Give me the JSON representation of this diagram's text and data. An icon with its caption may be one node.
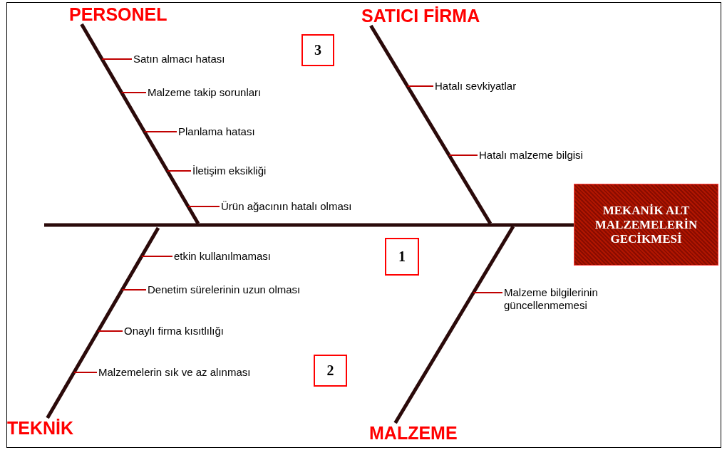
{
  "diagram": {
    "nodes": [
      {
        "text": [
          "PERSONEL"
        ]
      },
      {
        "text": [
          "SATICI FİRMA"
        ]
      },
      {
        "text": [
          "3"
        ]
      },
      {
        "text": [
          "Satın almacı hatası"
        ]
      },
      {
        "text": [
          "Malzeme takip sorunları"
        ]
      },
      {
        "text": [
          "Planlama hatası"
        ]
      },
      {
        "text": [
          "İletişim eksikliği"
        ]
      },
      {
        "text": [
          "Ürün ağacının hatalı olması"
        ]
      },
      {
        "text": [
          "Hatalı sevkiyatlar"
        ]
      },
      {
        "text": [
          "Hatalı malzeme bilgisi"
        ]
      },
      {
        "text": [
          "MEKANİK ALT MALZEMELERİN GECİKMESİ"
        ]
      },
      {
        "text": [
          "1"
        ]
      },
      {
        "text": [
          "etkin kullanılmaması"
        ]
      },
      {
        "text": [
          "Denetim sürelerinin uzun olması"
        ]
      },
      {
        "text": [
          "Malzeme bilgilerinin güncellenmemesi"
        ]
      },
      {
        "text": [
          "Onaylı firma kısıtlılığı"
        ]
      },
      {
        "text": [
          "Malzemelerin sık ve az alınması"
        ]
      },
      {
        "text": [
          "2"
        ]
      },
      {
        "text": [
          "TEKNİK"
        ]
      },
      {
        "text": [
          "MALZEME"
        ]
      }
    ],
    "edges": [
      {
        "from": null,
        "to": 10,
        "arrow": "none",
        "style": "thick",
        "color": "#2b0a0a"
      },
      {
        "from": 0,
        "to": null,
        "arrow": "none",
        "style": "thick",
        "color": "#2b0a0a"
      },
      {
        "from": 1,
        "to": null,
        "arrow": "none",
        "style": "thick",
        "color": "#2b0a0a"
      },
      {
        "from": 18,
        "to": null,
        "arrow": "none",
        "style": "thick",
        "color": "#2b0a0a"
      },
      {
        "from": 19,
        "to": null,
        "arrow": "none",
        "style": "thick",
        "color": "#2b0a0a"
      },
      {
        "from": 3,
        "to": null,
        "arrow": "none"
      },
      {
        "from": 4,
        "to": null,
        "arrow": "none"
      },
      {
        "from": 5,
        "to": null,
        "arrow": "none"
      },
      {
        "from": 6,
        "to": null,
        "arrow": "none"
      },
      {
        "from": 7,
        "to": null,
        "arrow": "none"
      },
      {
        "from": 8,
        "to": null,
        "arrow": "none"
      },
      {
        "from": 9,
        "to": null,
        "arrow": "none"
      },
      {
        "from": 12,
        "to": null,
        "arrow": "none"
      },
      {
        "from": 13,
        "to": null,
        "arrow": "none"
      },
      {
        "from": 14,
        "to": null,
        "arrow": "none"
      },
      {
        "from": 15,
        "to": null,
        "arrow": "none"
      },
      {
        "from": 16,
        "to": null,
        "arrow": "none"
      }
    ]
  }
}
